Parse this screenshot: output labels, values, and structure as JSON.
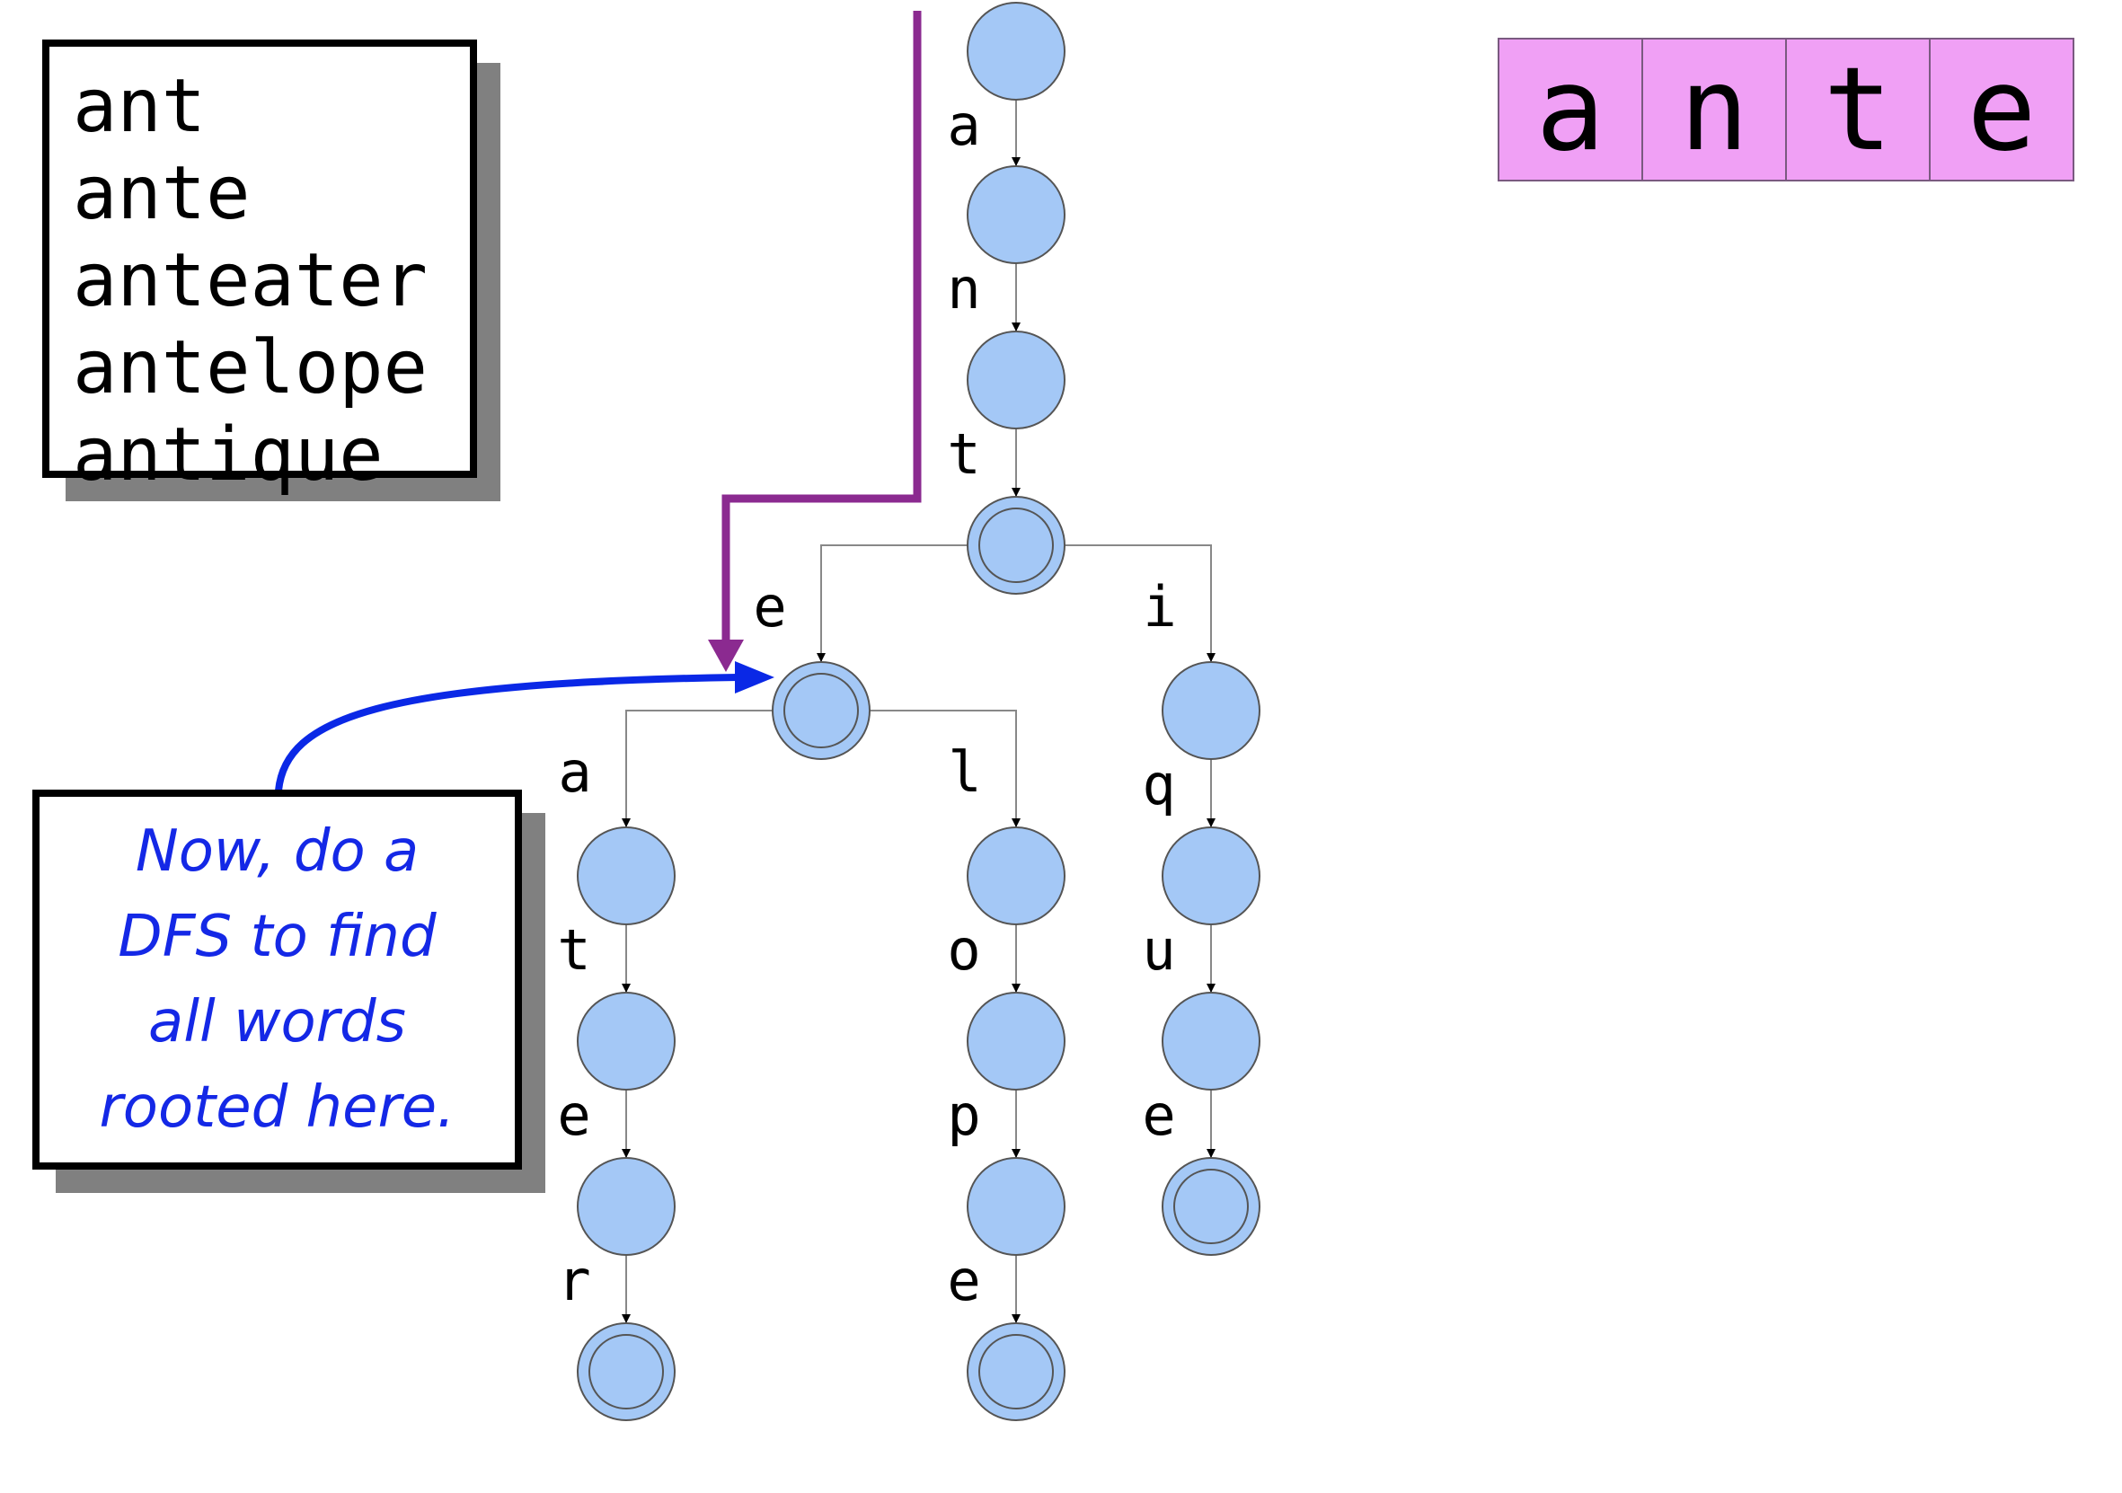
{
  "word_list": [
    "ant",
    "ante",
    "anteater",
    "antelope",
    "antique"
  ],
  "note": {
    "lines": [
      "Now, do a",
      "DFS to find",
      "all words",
      "rooted here."
    ]
  },
  "prefix": [
    "a",
    "n",
    "t",
    "e"
  ],
  "colors": {
    "node_fill": "#a4c8f6",
    "node_stroke": "#555555",
    "edge": "#888888",
    "path_highlight": "#8b2a90",
    "note_arrow": "#0a28e6",
    "prefix_cell": "#f0a0f5"
  },
  "trie": {
    "nodes": [
      {
        "id": "root",
        "terminal": false
      },
      {
        "id": "a",
        "terminal": false
      },
      {
        "id": "an",
        "terminal": false
      },
      {
        "id": "ant",
        "terminal": true
      },
      {
        "id": "ante",
        "terminal": true
      },
      {
        "id": "anti",
        "terminal": false
      },
      {
        "id": "antea",
        "terminal": false
      },
      {
        "id": "antel",
        "terminal": false
      },
      {
        "id": "antiq",
        "terminal": false
      },
      {
        "id": "anteat",
        "terminal": false
      },
      {
        "id": "antelo",
        "terminal": false
      },
      {
        "id": "antiqu",
        "terminal": false
      },
      {
        "id": "anteate",
        "terminal": false
      },
      {
        "id": "antelop",
        "terminal": false
      },
      {
        "id": "antique",
        "terminal": true
      },
      {
        "id": "anteater",
        "terminal": true
      },
      {
        "id": "antelope",
        "terminal": true
      }
    ],
    "edges": [
      {
        "from": "root",
        "to": "a",
        "label": "a"
      },
      {
        "from": "a",
        "to": "an",
        "label": "n"
      },
      {
        "from": "an",
        "to": "ant",
        "label": "t"
      },
      {
        "from": "ant",
        "to": "ante",
        "label": "e"
      },
      {
        "from": "ant",
        "to": "anti",
        "label": "i"
      },
      {
        "from": "ante",
        "to": "antea",
        "label": "a"
      },
      {
        "from": "ante",
        "to": "antel",
        "label": "l"
      },
      {
        "from": "anti",
        "to": "antiq",
        "label": "q"
      },
      {
        "from": "antea",
        "to": "anteat",
        "label": "t"
      },
      {
        "from": "antel",
        "to": "antelo",
        "label": "o"
      },
      {
        "from": "antiq",
        "to": "antiqu",
        "label": "u"
      },
      {
        "from": "anteat",
        "to": "anteate",
        "label": "e"
      },
      {
        "from": "antelo",
        "to": "antelop",
        "label": "p"
      },
      {
        "from": "antiqu",
        "to": "antique",
        "label": "e"
      },
      {
        "from": "anteate",
        "to": "anteater",
        "label": "r"
      },
      {
        "from": "antelop",
        "to": "antelope",
        "label": "e"
      }
    ]
  }
}
